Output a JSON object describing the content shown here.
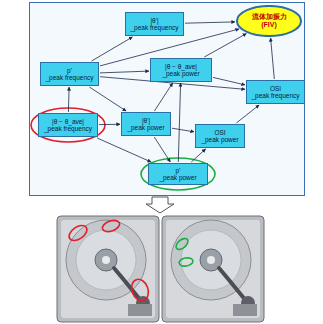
{
  "diagram": {
    "nodes": [
      {
        "text": [
          "|θ'|",
          "_peak frequency"
        ]
      },
      {
        "text": [
          "流体加振力",
          "(FIV)"
        ]
      },
      {
        "text": [
          "p'",
          "_peak frequency"
        ]
      },
      {
        "text": [
          "|θ − θ_ave|",
          "_peak power"
        ]
      },
      {
        "text": [
          "OSI",
          "_peak frequency"
        ]
      },
      {
        "text": [
          "|θ − θ_ave|",
          "_peak frequency"
        ]
      },
      {
        "text": [
          "|θ'|",
          "_peak power"
        ]
      },
      {
        "text": [
          "OSI",
          "_peak power"
        ]
      },
      {
        "text": [
          "p'",
          "_peak power"
        ]
      }
    ],
    "edges": [
      {
        "from": 0,
        "to": 1,
        "arrow": "to"
      },
      {
        "from": 2,
        "to": 0,
        "arrow": "to"
      },
      {
        "from": 2,
        "to": 1,
        "arrow": "to"
      },
      {
        "from": 2,
        "to": 3,
        "arrow": "to"
      },
      {
        "from": 2,
        "to": 4,
        "arrow": "to"
      },
      {
        "from": 2,
        "to": 6,
        "arrow": "to"
      },
      {
        "from": 3,
        "to": 1,
        "arrow": "to"
      },
      {
        "from": 3,
        "to": 4,
        "arrow": "to"
      },
      {
        "from": 5,
        "to": 2,
        "arrow": "to"
      },
      {
        "from": 5,
        "to": 6,
        "arrow": "to"
      },
      {
        "from": 5,
        "to": 8,
        "arrow": "to"
      },
      {
        "from": 6,
        "to": 3,
        "arrow": "to"
      },
      {
        "from": 6,
        "to": 7,
        "arrow": "to"
      },
      {
        "from": 6,
        "to": 8,
        "arrow": "to"
      },
      {
        "from": 7,
        "to": 4,
        "arrow": "to"
      },
      {
        "from": 8,
        "to": 3,
        "arrow": "to"
      },
      {
        "from": 8,
        "to": 7,
        "arrow": "to"
      },
      {
        "from": 4,
        "to": 1,
        "arrow": "to"
      }
    ]
  }
}
